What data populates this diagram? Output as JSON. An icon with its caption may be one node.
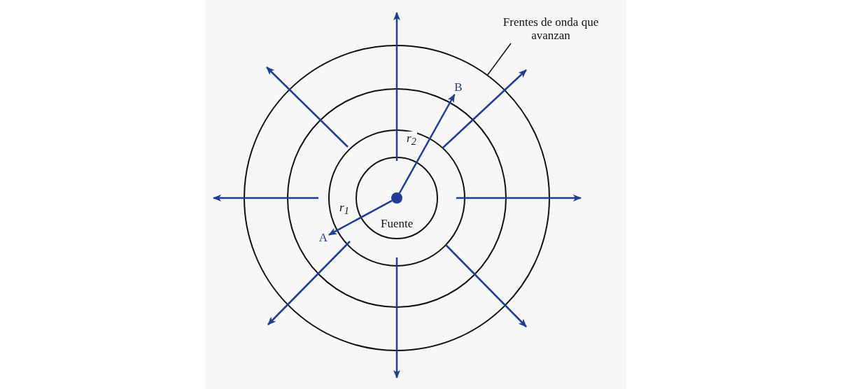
{
  "diagram": {
    "nodes": [
      {
        "text": [],
        "shape": "circle"
      },
      {
        "text": [
          "A"
        ]
      },
      {
        "text": [
          "B"
        ]
      },
      {
        "text": [
          "Frentes de onda que avanzan"
        ]
      }
    ],
    "edges": [
      {
        "from": 0,
        "to": 1,
        "arrow": "to",
        "label": "r$_{1}$"
      },
      {
        "from": 0,
        "to": 2,
        "arrow": "to",
        "label": "r$_{2}$"
      },
      {
        "from": 3,
        "to": null,
        "arrow": "none",
        "color": "#111111"
      }
    ],
    "labels": [
      "Fuente"
    ]
  }
}
